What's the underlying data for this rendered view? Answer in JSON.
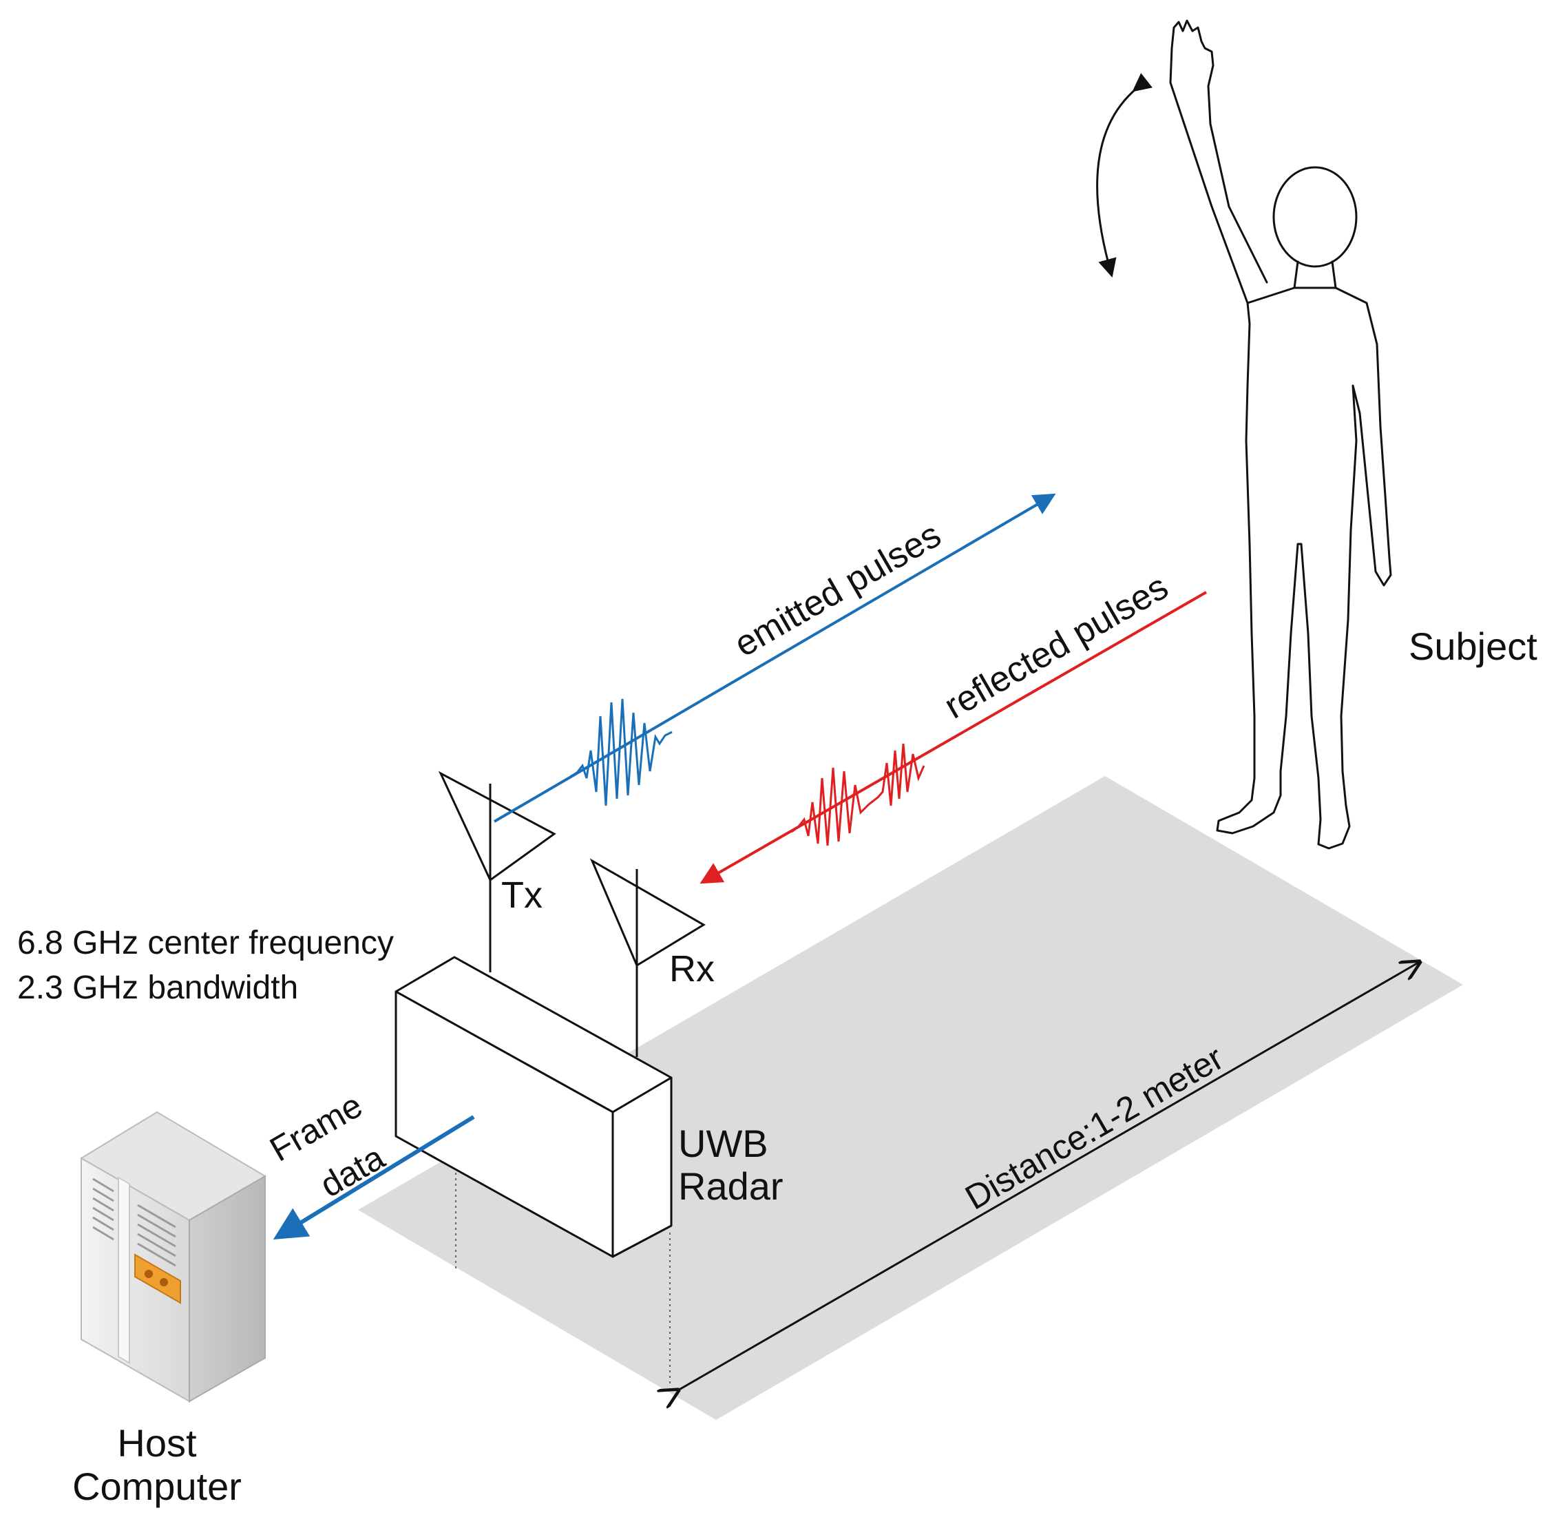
{
  "labels": {
    "subject": "Subject",
    "emitted": "emitted pulses",
    "reflected": "reflected pulses",
    "tx": "Tx",
    "rx": "Rx",
    "freq_line1": "6.8 GHz center frequency",
    "freq_line2": "2.3 GHz bandwidth",
    "radar_line1": "UWB",
    "radar_line2": "Radar",
    "frame_line1": "Frame",
    "frame_line2": "data",
    "distance": "Distance:1-2 meter",
    "host_line1": "Host",
    "host_line2": "Computer"
  },
  "colors": {
    "emitted": "#1a6fb8",
    "reflected": "#e02020",
    "floor": "#dcdcdc",
    "outline": "#111111",
    "computer_accent": "#f0a030"
  },
  "icons": {
    "computer": "server-tower-icon",
    "person": "standing-person-icon",
    "motion": "curved-double-arrow-icon"
  }
}
